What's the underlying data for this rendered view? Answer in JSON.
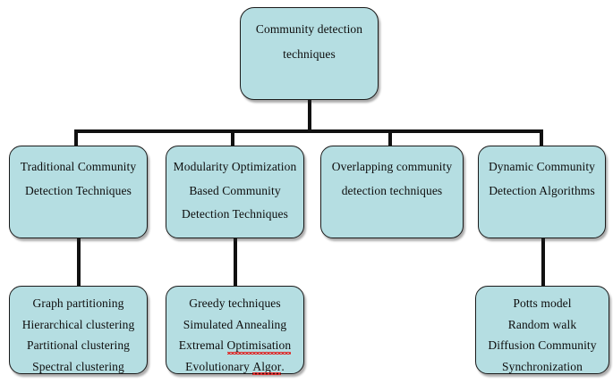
{
  "diagram": {
    "type": "tree",
    "title": "Community detection techniques taxonomy",
    "root": {
      "lines": [
        "Community detection",
        "techniques"
      ]
    },
    "level2": [
      {
        "lines": [
          "Traditional Community",
          "Detection Techniques"
        ]
      },
      {
        "lines": [
          "Modularity Optimization",
          "Based Community",
          "Detection Techniques"
        ]
      },
      {
        "lines": [
          "Overlapping community",
          "detection techniques"
        ]
      },
      {
        "lines": [
          "Dynamic Community",
          "Detection Algorithms"
        ]
      }
    ],
    "leaves": [
      {
        "lines": [
          {
            "text": "Graph partitioning",
            "misspelled": false
          },
          {
            "text": "Hierarchical clustering",
            "misspelled": false
          },
          {
            "text": "Partitional clustering",
            "misspelled": false
          },
          {
            "text": "Spectral clustering",
            "misspelled": false
          }
        ]
      },
      {
        "lines": [
          {
            "text": "Greedy techniques",
            "misspelled": false
          },
          {
            "text": "Simulated Annealing",
            "misspelled": false
          },
          {
            "text": "Extremal ",
            "misspelled": true,
            "misspelled_word": "Optimisation"
          },
          {
            "text": "Evolutionary ",
            "misspelled": true,
            "misspelled_word": "Algor",
            "suffix": "."
          }
        ]
      },
      {
        "lines": [
          {
            "text": "Potts model",
            "misspelled": false
          },
          {
            "text": "Random walk",
            "misspelled": false
          },
          {
            "text": "Diffusion Community",
            "misspelled": false
          },
          {
            "text": "Synchronization",
            "misspelled": false
          }
        ]
      }
    ],
    "colors": {
      "node_fill": "#b5dee2",
      "node_border": "#1a1a1a",
      "connector": "#111111",
      "text": "#0d0d0d",
      "spellcheck_underline": "#e02020",
      "background": "#ffffff"
    }
  }
}
